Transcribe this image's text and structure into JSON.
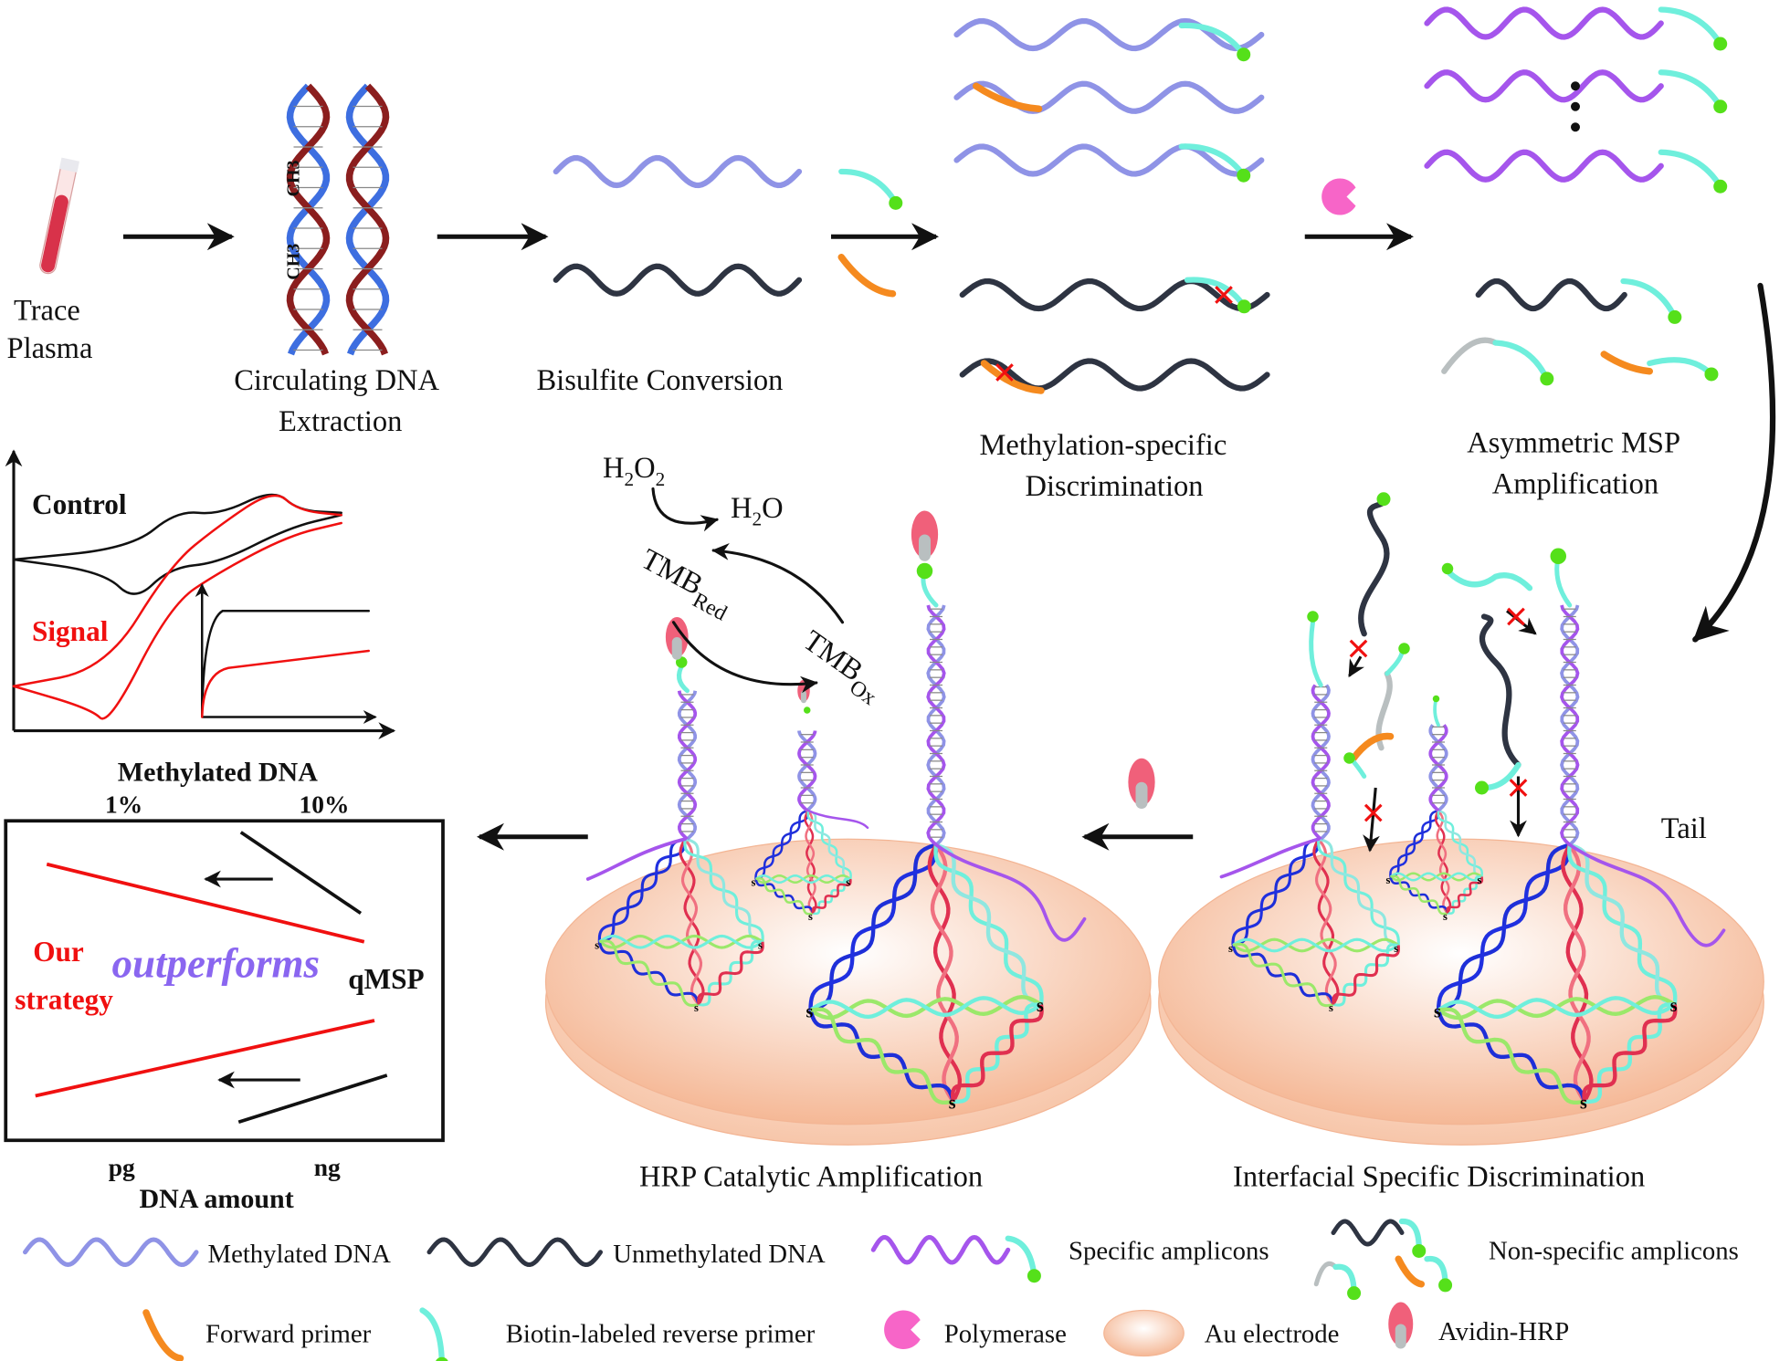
{
  "steps": {
    "trace_plasma": [
      "Trace",
      "Plasma"
    ],
    "extraction": [
      "Circulating DNA",
      "Extraction"
    ],
    "ch3": "CH3",
    "bisulfite": "Bisulfite Conversion",
    "discrimination": [
      "Methylation-specific",
      "Discrimination"
    ],
    "amplification": [
      "Asymmetric MSP",
      "Amplification"
    ],
    "interfacial": "Interfacial Specific Discrimination",
    "hrp": "HRP Catalytic Amplification",
    "tail": "Tail"
  },
  "chemistry": {
    "h2o2": [
      "H",
      "2",
      "O",
      "2"
    ],
    "h2o": [
      "H",
      "2",
      "O"
    ],
    "tmb_red": {
      "base": "TMB",
      "sub": "Red"
    },
    "tmb_ox": {
      "base": "TMB",
      "sub": "Ox"
    }
  },
  "comparison": {
    "control": "Control",
    "signal": "Signal",
    "methylated_dna": "Methylated DNA",
    "pct_low": "1%",
    "pct_high": "10%",
    "our": "Our",
    "strategy": "strategy",
    "outperforms": "outperforms",
    "qmsp": "qMSP",
    "pg": "pg",
    "ng": "ng",
    "dna_amount": "DNA amount"
  },
  "legend": {
    "methylated": "Methylated DNA",
    "unmethylated": "Unmethylated DNA",
    "specific": "Specific amplicons",
    "nonspecific": "Non-specific amplicons",
    "forward_primer": "Forward primer",
    "reverse_primer": "Biotin-labeled reverse primer",
    "polymerase": "Polymerase",
    "electrode": "Au electrode",
    "avidin_hrp": "Avidin-HRP"
  },
  "colors": {
    "methylated": "#8f93e6",
    "unmethylated": "#2e3442",
    "specific": "#a555ec",
    "primer_reverse": "#6fefdc",
    "primer_forward": "#f58a1f",
    "biotin": "#55e01a",
    "polymerase": "#f765c8",
    "hrp": "#f0607a",
    "red": "#f01010",
    "outperforms": "#8a66f0",
    "electrode": "#f7c7ad"
  }
}
